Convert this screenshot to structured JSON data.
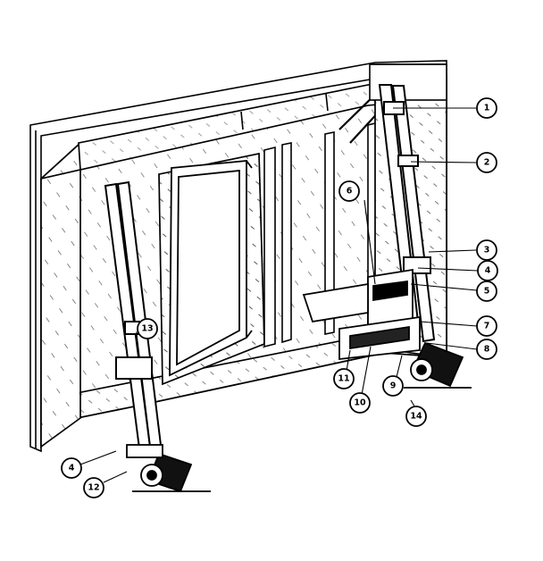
{
  "diagram": {
    "colors": {
      "ink": "#000000",
      "paper": "#ffffff",
      "shade": "#1a1a1a"
    },
    "callouts": [
      {
        "id": "c1",
        "label": "1"
      },
      {
        "id": "c2",
        "label": "2"
      },
      {
        "id": "c3",
        "label": "3"
      },
      {
        "id": "c4a",
        "label": "4"
      },
      {
        "id": "c5",
        "label": "5"
      },
      {
        "id": "c6",
        "label": "6"
      },
      {
        "id": "c7",
        "label": "7"
      },
      {
        "id": "c8",
        "label": "8"
      },
      {
        "id": "c9",
        "label": "9"
      },
      {
        "id": "c10",
        "label": "10"
      },
      {
        "id": "c11",
        "label": "11"
      },
      {
        "id": "c12",
        "label": "12"
      },
      {
        "id": "c13",
        "label": "13"
      },
      {
        "id": "c14",
        "label": "14"
      },
      {
        "id": "c4b",
        "label": "4"
      }
    ]
  }
}
